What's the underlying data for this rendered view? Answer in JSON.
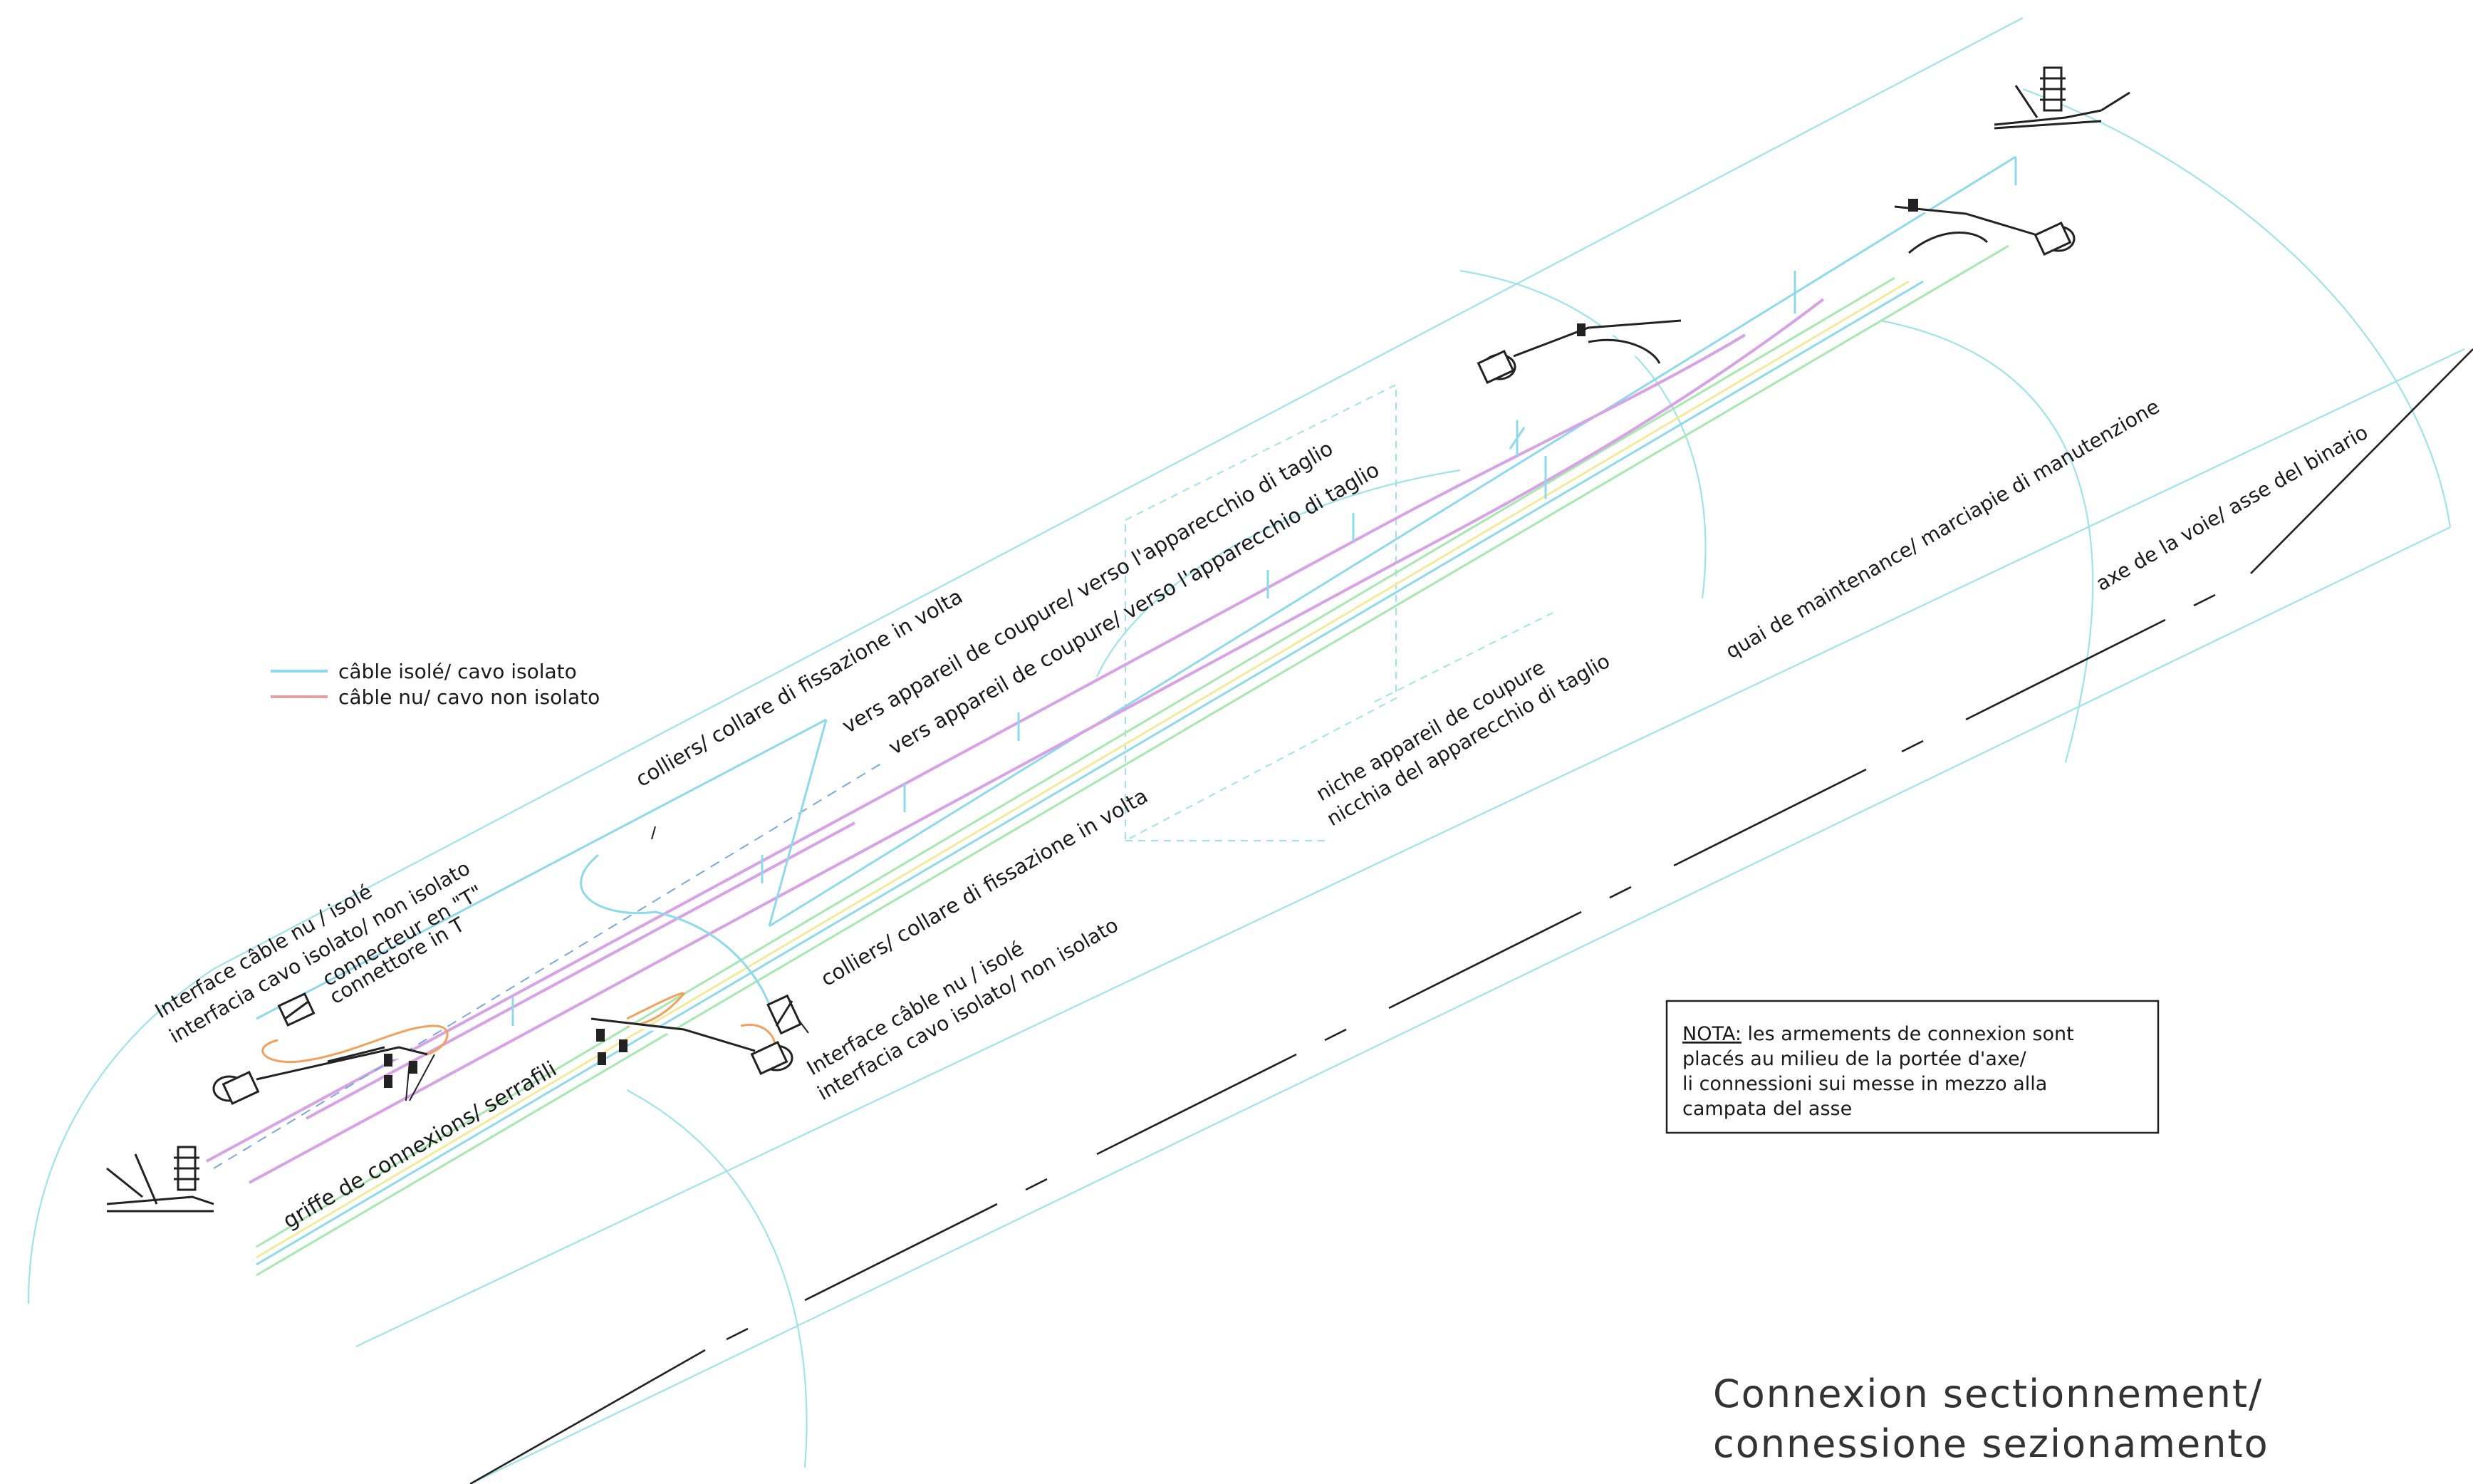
{
  "legend": {
    "insulated": "câble isolé/ cavo isolato",
    "bare": "câble nu/ cavo non isolato",
    "insulated_color": "#8fd9ec",
    "bare_color": "#e3a0a0"
  },
  "labels": {
    "colliers_top": "colliers/ collare di fissazione in volta",
    "vers_1": "vers appareil de coupure/ verso l'apparecchio di taglio",
    "vers_2": "vers appareil de coupure/ verso l'apparecchio di taglio",
    "interface_left_1": "Interface câble nu / isolé",
    "interface_left_2": "interfacia cavo isolato/ non isolato",
    "connecteur_1": "connecteur en \"T\"",
    "connecteur_2": "connettore in T",
    "colliers_mid": "colliers/ collare di fissazione in volta",
    "interface_mid_1": "Interface câble nu / isolé",
    "interface_mid_2": "interfacia cavo isolato/ non isolato",
    "griffe": "griffe de connexions/ serrafili",
    "niche_1": "niche appareil de coupure",
    "niche_2": "nicchia del apparecchio di taglio",
    "quai": "quai de maintenance/ marciapie di manutenzione",
    "axe": "axe de la voie/ asse del binario"
  },
  "nota": {
    "heading": "NOTA:",
    "line1": " les armements de connexion sont",
    "line2": "placés au milieu de la portée d'axe/",
    "line3": "li connessioni sui messe in mezzo alla",
    "line4": "campata del asse"
  },
  "title": {
    "line1": "Connexion sectionnement/",
    "line2": "connessione sezionamento"
  }
}
